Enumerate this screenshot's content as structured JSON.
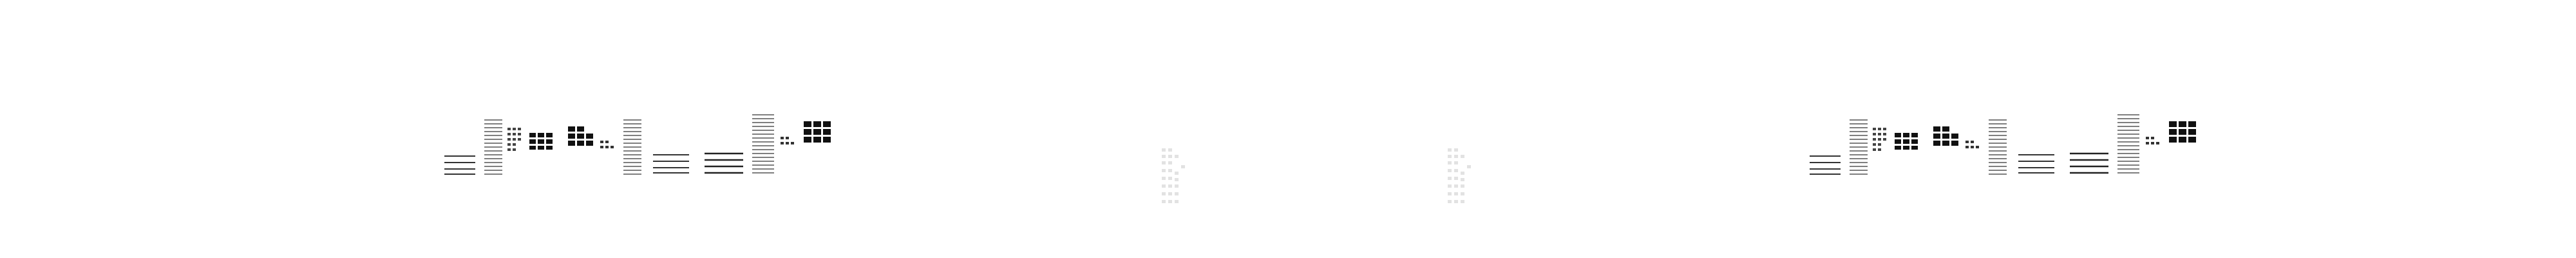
{
  "screen": {
    "background": "#ffffff"
  },
  "glyph_groups": [
    {
      "id": "glyph-cluster-left",
      "icon": "barcode-glyph-cluster",
      "color": "#222222"
    },
    {
      "id": "glyph-faint-center-left",
      "icon": "faint-dotted-glyph",
      "color": "#e2e2e2"
    },
    {
      "id": "glyph-faint-center-right",
      "icon": "faint-dotted-glyph",
      "color": "#e2e2e2"
    },
    {
      "id": "glyph-cluster-right",
      "icon": "barcode-glyph-cluster",
      "color": "#222222"
    }
  ]
}
